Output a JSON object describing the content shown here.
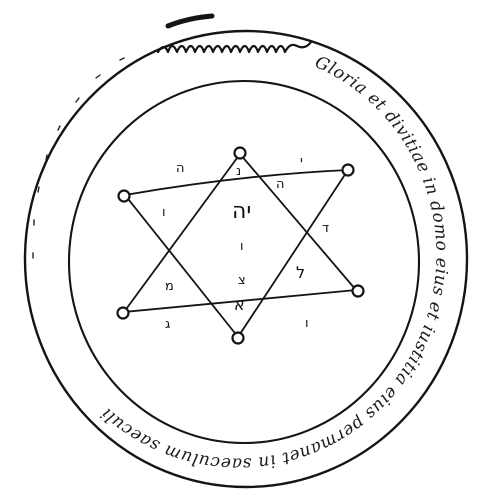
{
  "border_inscription": "Gloria et divitiae in domo eius et iustitia eius permanet in saeculum saeculi",
  "center": {
    "divine_name": "יה",
    "mark_below": "ו"
  },
  "point_letters": {
    "top_left": "ה",
    "top_right": "י",
    "upper_right_inner": "ה",
    "right_inner": "ד",
    "left_inner": "ו",
    "lower_right_inner": "ל",
    "lower_right_outer": "ו",
    "lower_left_inner": "מ",
    "lower_left_outer": "ג",
    "lower_center_a": "א",
    "lower_center_b": "צ",
    "top_inner": "נ"
  },
  "colors": {
    "ink": "#141414",
    "paper": "#ffffff"
  }
}
